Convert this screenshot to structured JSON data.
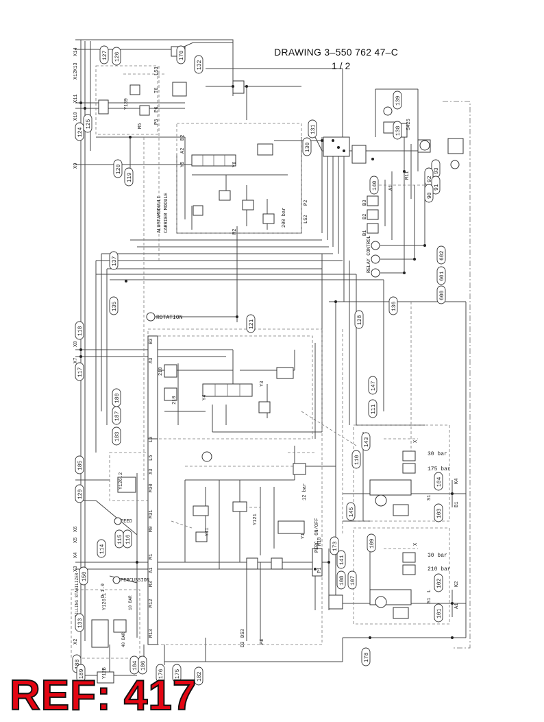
{
  "drawing": {
    "title": "DRAWING  3–550 762 47–C",
    "sheet": "1 / 2",
    "ref_stamp": "REF: 417"
  },
  "texts": {
    "alustamoduuli": "ALUSTAMODUULI",
    "carrier_module": "CARRIER MODULE",
    "rotation": "ROTATION",
    "relay_control": "RELAY CONTROL",
    "feed": "FEED",
    "percussion": "PERCUSSION",
    "drilling_stabilizer": "DRILLING STABILIZER",
    "perc_onoff": "PERC. ON/OFF",
    "bar_200": "200 bar",
    "bar_12": "12 bar",
    "bar_30_a": "30 bar",
    "bar_175": "175 bar",
    "bar_30_b": "30 bar",
    "bar_210": "210 bar",
    "bar_40": "40 BAR",
    "bar_10": "10 BAR",
    "v210_a": "210",
    "v210_b": "210",
    "s425": "S425",
    "ls2": "LS2",
    "p2": "P2"
  },
  "port_labels": [
    "X14",
    "X13",
    "X12",
    "X11",
    "X10",
    "X9",
    "X8",
    "X7",
    "X6",
    "X5",
    "X4",
    "X3",
    "X2",
    "B2",
    "A2",
    "Y5",
    "Y6",
    "M2",
    "LS3",
    "T6",
    "P6",
    "P5",
    "M5",
    "B3",
    "A3",
    "Y4",
    "Y3",
    "L3",
    "L5",
    "X3",
    "M30",
    "M31",
    "M9",
    "M1",
    "A1",
    "M3",
    "M12",
    "D3",
    "M13",
    "DS3",
    "PE",
    "M10",
    "P1",
    "Y1",
    "Y11",
    "Y121",
    "Y126.2",
    "Y126.1",
    "Y12B",
    "Y139",
    "B1",
    "B2",
    "B3",
    "S2",
    "A1",
    "K4",
    "B1",
    "K2",
    "A1",
    "S1",
    "S1",
    "L",
    "X",
    "X",
    "M11",
    "D 1.0"
  ],
  "bubbles": [
    {
      "id": "127"
    },
    {
      "id": "126"
    },
    {
      "id": "170"
    },
    {
      "id": "132"
    },
    {
      "id": "124"
    },
    {
      "id": "125"
    },
    {
      "id": "120"
    },
    {
      "id": "119"
    },
    {
      "id": "131"
    },
    {
      "id": "130"
    },
    {
      "id": "139"
    },
    {
      "id": "138"
    },
    {
      "id": "140"
    },
    {
      "id": "93"
    },
    {
      "id": "92"
    },
    {
      "id": "91"
    },
    {
      "id": "90"
    },
    {
      "id": "602"
    },
    {
      "id": "601"
    },
    {
      "id": "600"
    },
    {
      "id": "137"
    },
    {
      "id": "135"
    },
    {
      "id": "136"
    },
    {
      "id": "121"
    },
    {
      "id": "128"
    },
    {
      "id": "118"
    },
    {
      "id": "117"
    },
    {
      "id": "180"
    },
    {
      "id": "187"
    },
    {
      "id": "183"
    },
    {
      "id": "147"
    },
    {
      "id": "111"
    },
    {
      "id": "143"
    },
    {
      "id": "110"
    },
    {
      "id": "185"
    },
    {
      "id": "104"
    },
    {
      "id": "103"
    },
    {
      "id": "129"
    },
    {
      "id": "145"
    },
    {
      "id": "116"
    },
    {
      "id": "115"
    },
    {
      "id": "114"
    },
    {
      "id": "109"
    },
    {
      "id": "173"
    },
    {
      "id": "141"
    },
    {
      "id": "108"
    },
    {
      "id": "107"
    },
    {
      "id": "150"
    },
    {
      "id": "102"
    },
    {
      "id": "101"
    },
    {
      "id": "133"
    },
    {
      "id": "178"
    },
    {
      "id": "184"
    },
    {
      "id": "186"
    },
    {
      "id": "176"
    },
    {
      "id": "175"
    },
    {
      "id": "182"
    },
    {
      "id": "188"
    },
    {
      "id": "189"
    }
  ]
}
